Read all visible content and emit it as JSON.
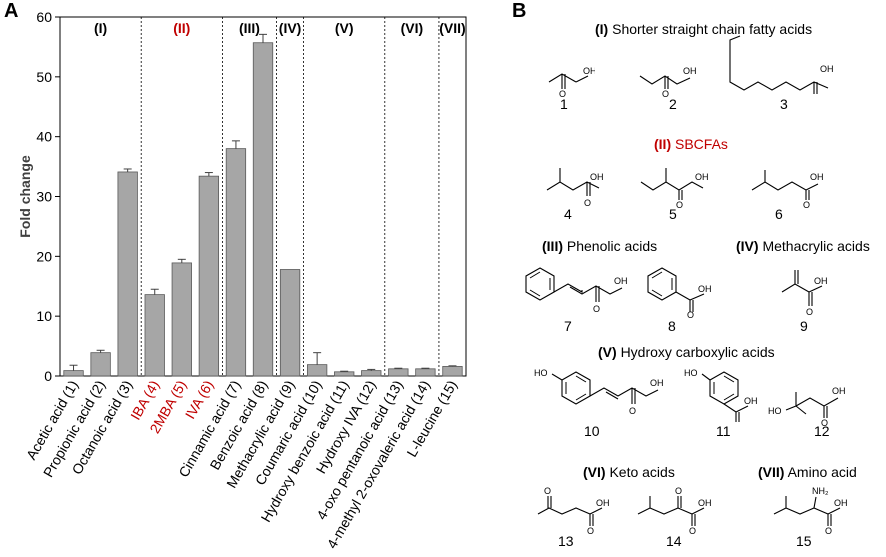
{
  "panels": {
    "a": "A",
    "b": "B"
  },
  "colors": {
    "bar": "#a6a6a6",
    "bar_stroke": "#595959",
    "red": "#c00000",
    "text": "#000000"
  },
  "chart_data": {
    "type": "bar",
    "ylabel": "Fold change",
    "ylim": [
      0,
      60
    ],
    "yticks": [
      0,
      10,
      20,
      30,
      40,
      50,
      60
    ],
    "categories": [
      "Acetic acid (1)",
      "Propionic acid (2)",
      "Octanoic acid (3)",
      "IBA (4)",
      "2MBA (5)",
      "IVA (6)",
      "Cinnamic acid (7)",
      "Benzoic acid (8)",
      "Methacrylic acid (9)",
      "Coumaric acid (10)",
      "Hydroxy benzoic acid (11)",
      "Hydroxy IVA (12)",
      "4-oxo pentanoic acid (13)",
      "4-methyl 2-oxovaleric acid (14)",
      "L-leucine (15)"
    ],
    "highlighted_categories": [
      "IBA (4)",
      "2MBA (5)",
      "IVA (6)"
    ],
    "values": [
      0.9,
      3.9,
      34.1,
      13.6,
      18.9,
      33.4,
      38.0,
      55.7,
      17.8,
      1.9,
      0.7,
      0.9,
      1.2,
      1.2,
      1.6
    ],
    "errors": [
      0.9,
      0.4,
      0.5,
      0.9,
      0.6,
      0.6,
      1.3,
      1.4,
      0.0,
      2.0,
      0.1,
      0.2,
      0.1,
      0.1,
      0.1
    ],
    "groups": [
      {
        "label": "(I)",
        "start": 0,
        "end": 2,
        "highlight": false
      },
      {
        "label": "(II)",
        "start": 3,
        "end": 5,
        "highlight": true
      },
      {
        "label": "(III)",
        "start": 6,
        "end": 7,
        "highlight": false
      },
      {
        "label": "(IV)",
        "start": 8,
        "end": 8,
        "highlight": false
      },
      {
        "label": "(V)",
        "start": 9,
        "end": 11,
        "highlight": false
      },
      {
        "label": "(VI)",
        "start": 12,
        "end": 13,
        "highlight": false
      },
      {
        "label": "(VII)",
        "start": 14,
        "end": 14,
        "highlight": false
      }
    ]
  },
  "structures": {
    "group1": {
      "roman": "(I)",
      "title": "Shorter straight chain fatty acids",
      "nums": [
        "1",
        "2",
        "3"
      ]
    },
    "group2": {
      "roman": "(II)",
      "title": "SBCFAs",
      "nums": [
        "4",
        "5",
        "6"
      ]
    },
    "group3": {
      "roman": "(III)",
      "title": "Phenolic acids",
      "nums": [
        "7",
        "8"
      ]
    },
    "group4": {
      "roman": "(IV)",
      "title": "Methacrylic acids",
      "nums": [
        "9"
      ]
    },
    "group5": {
      "roman": "(V)",
      "title": "Hydroxy carboxylic acids",
      "nums": [
        "10",
        "11",
        "12"
      ]
    },
    "group6": {
      "roman": "(VI)",
      "title": "Keto acids",
      "nums": [
        "13",
        "14"
      ]
    },
    "group7": {
      "roman": "(VII)",
      "title": "Amino acid",
      "nums": [
        "15"
      ]
    },
    "atoms": {
      "oh": "OH",
      "o": "O",
      "ho": "HO",
      "nh2": "NH₂"
    }
  }
}
